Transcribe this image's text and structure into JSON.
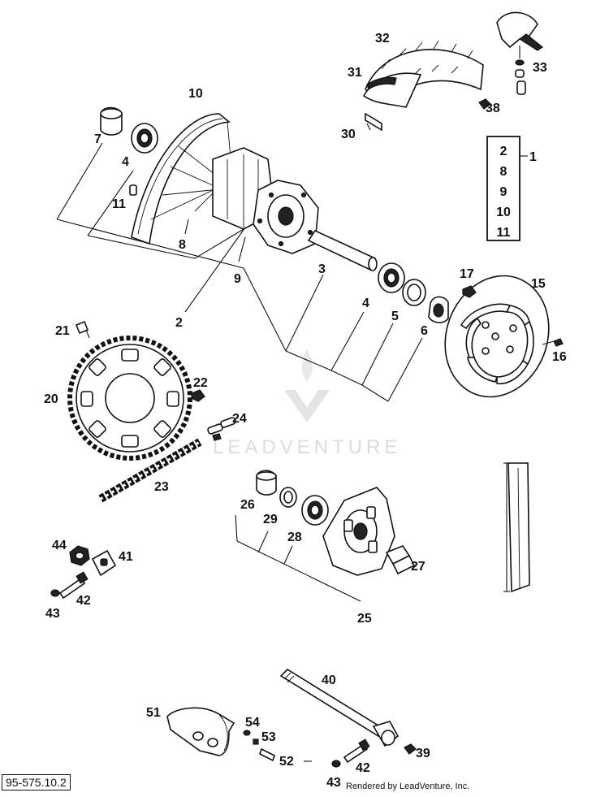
{
  "diagram_ref": "95-575.10.2",
  "credit": "Rendered by LeadVenture, Inc.",
  "watermark": "LEADVENTURE",
  "kit_group": {
    "total": "1",
    "members": [
      "2",
      "8",
      "9",
      "10",
      "11"
    ]
  },
  "callouts": {
    "c2": "2",
    "c3": "3",
    "c4a": "4",
    "c4b": "4",
    "c5": "5",
    "c6": "6",
    "c7": "7",
    "c8": "8",
    "c9": "9",
    "c10": "10",
    "c11": "11",
    "c15": "15",
    "c16": "16",
    "c17": "17",
    "c20": "20",
    "c21": "21",
    "c22": "22",
    "c23": "23",
    "c24": "24",
    "c25": "25",
    "c26": "26",
    "c27": "27",
    "c28": "28",
    "c29": "29",
    "c30": "30",
    "c31": "31",
    "c32": "32",
    "c33": "33",
    "c38": "38",
    "c39": "39",
    "c40": "40",
    "c41": "41",
    "c42a": "42",
    "c42b": "42",
    "c43a": "43",
    "c43b": "43",
    "c44": "44",
    "c51": "51",
    "c52": "52",
    "c53": "53",
    "c54": "54"
  }
}
